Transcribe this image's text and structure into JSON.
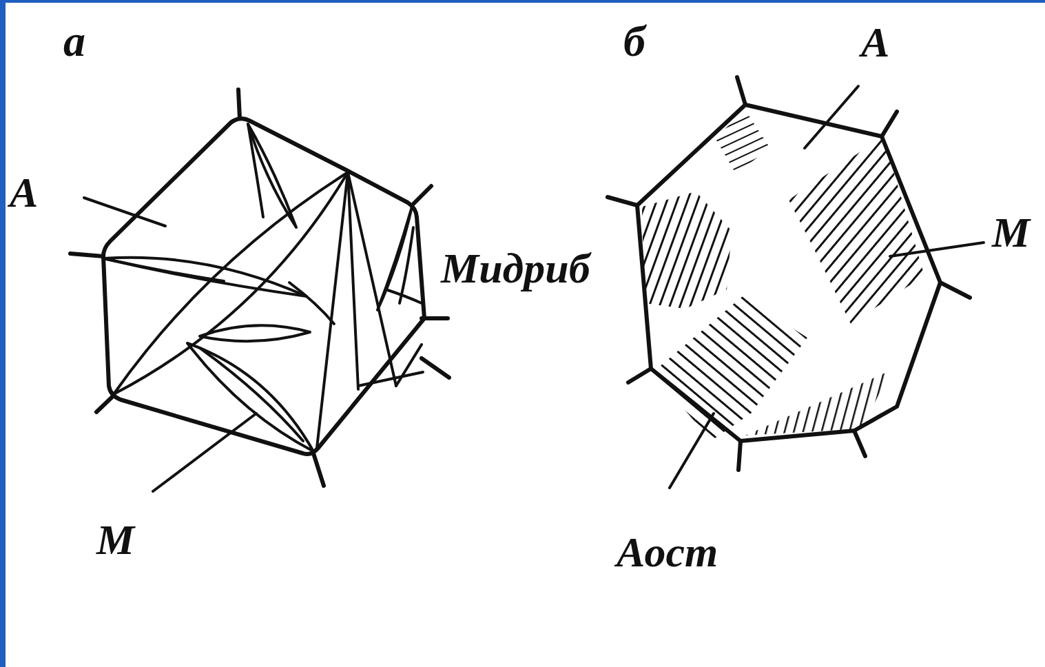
{
  "diagram": {
    "labels": [
      "а",
      "б",
      "А",
      "М",
      "Мидриб",
      "А",
      "М",
      "Аост"
    ]
  }
}
